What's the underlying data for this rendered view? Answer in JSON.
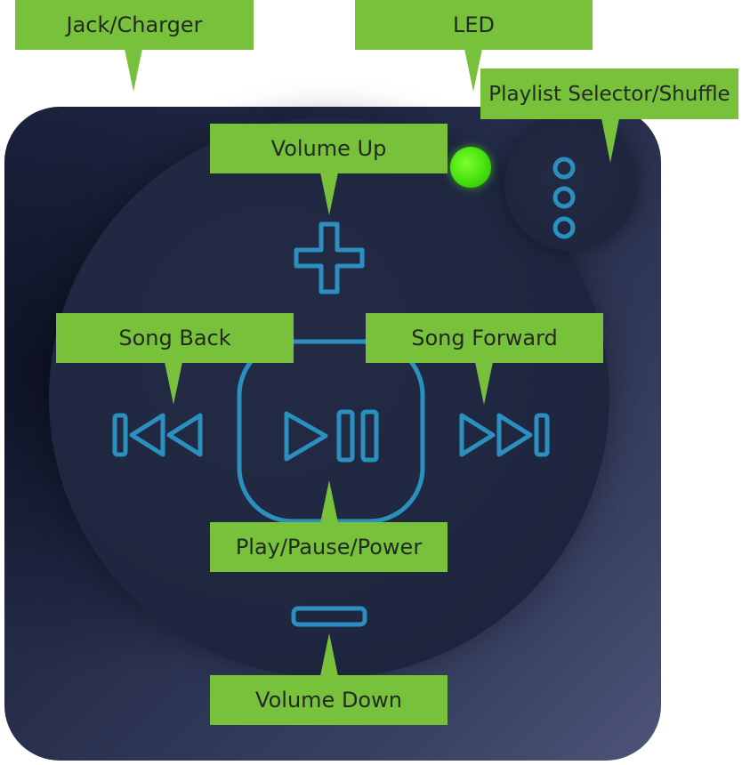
{
  "labels": {
    "jack": "Jack/Charger",
    "led": "LED",
    "playlist": "Playlist Selector/Shuffle",
    "volume_up": "Volume Up",
    "song_back": "Song Back",
    "song_forward": "Song Forward",
    "play_pause": "Play/Pause/Power",
    "volume_down": "Volume Down"
  },
  "colors": {
    "callout": "#78c13a",
    "icon_stroke": "#2b8fbf",
    "led": "#55e51a",
    "device_body": "#252d4a"
  }
}
